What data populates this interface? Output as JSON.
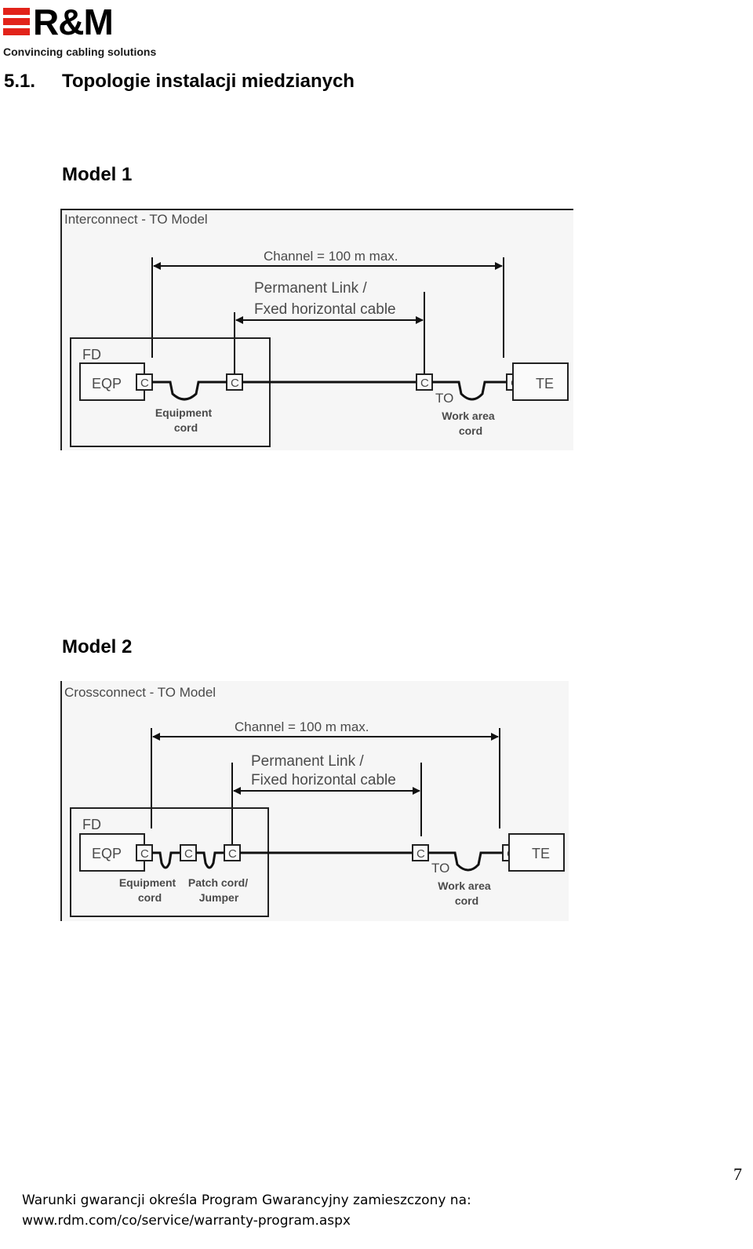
{
  "logo": {
    "wordmark": "R&M",
    "tagline": "Convincing cabling solutions",
    "accent_color": "#e2231a"
  },
  "heading": {
    "number": "5.1.",
    "title": "Topologie instalacji miedzianych"
  },
  "model1": {
    "title": "Model 1",
    "diagram": {
      "title": "Interconnect - TO Model",
      "channel": "Channel = 100 m max.",
      "permanent_link_1": "Permanent Link /",
      "permanent_link_2": "Fxed horizontal cable",
      "fd": "FD",
      "eqp": "EQP",
      "te": "TE",
      "to": "TO",
      "connector": "C",
      "equipment_cord_1": "Equipment",
      "equipment_cord_2": "cord",
      "work_area_1": "Work area",
      "work_area_2": "cord"
    }
  },
  "model2": {
    "title": "Model 2",
    "diagram": {
      "title": "Crossconnect - TO Model",
      "channel": "Channel = 100 m max.",
      "permanent_link_1": "Permanent Link /",
      "permanent_link_2": "Fixed horizontal cable",
      "fd": "FD",
      "eqp": "EQP",
      "te": "TE",
      "to": "TO",
      "connector": "C",
      "equipment_cord_1": "Equipment",
      "equipment_cord_2": "cord",
      "patch_cord_1": "Patch cord/",
      "patch_cord_2": "Jumper",
      "work_area_1": "Work area",
      "work_area_2": "cord"
    }
  },
  "page_number": "7",
  "footer": {
    "line1": "Warunki gwarancji określa Program Gwarancyjny zamieszczony na:",
    "line2": "www.rdm.com/co/service/warranty-program.aspx"
  }
}
